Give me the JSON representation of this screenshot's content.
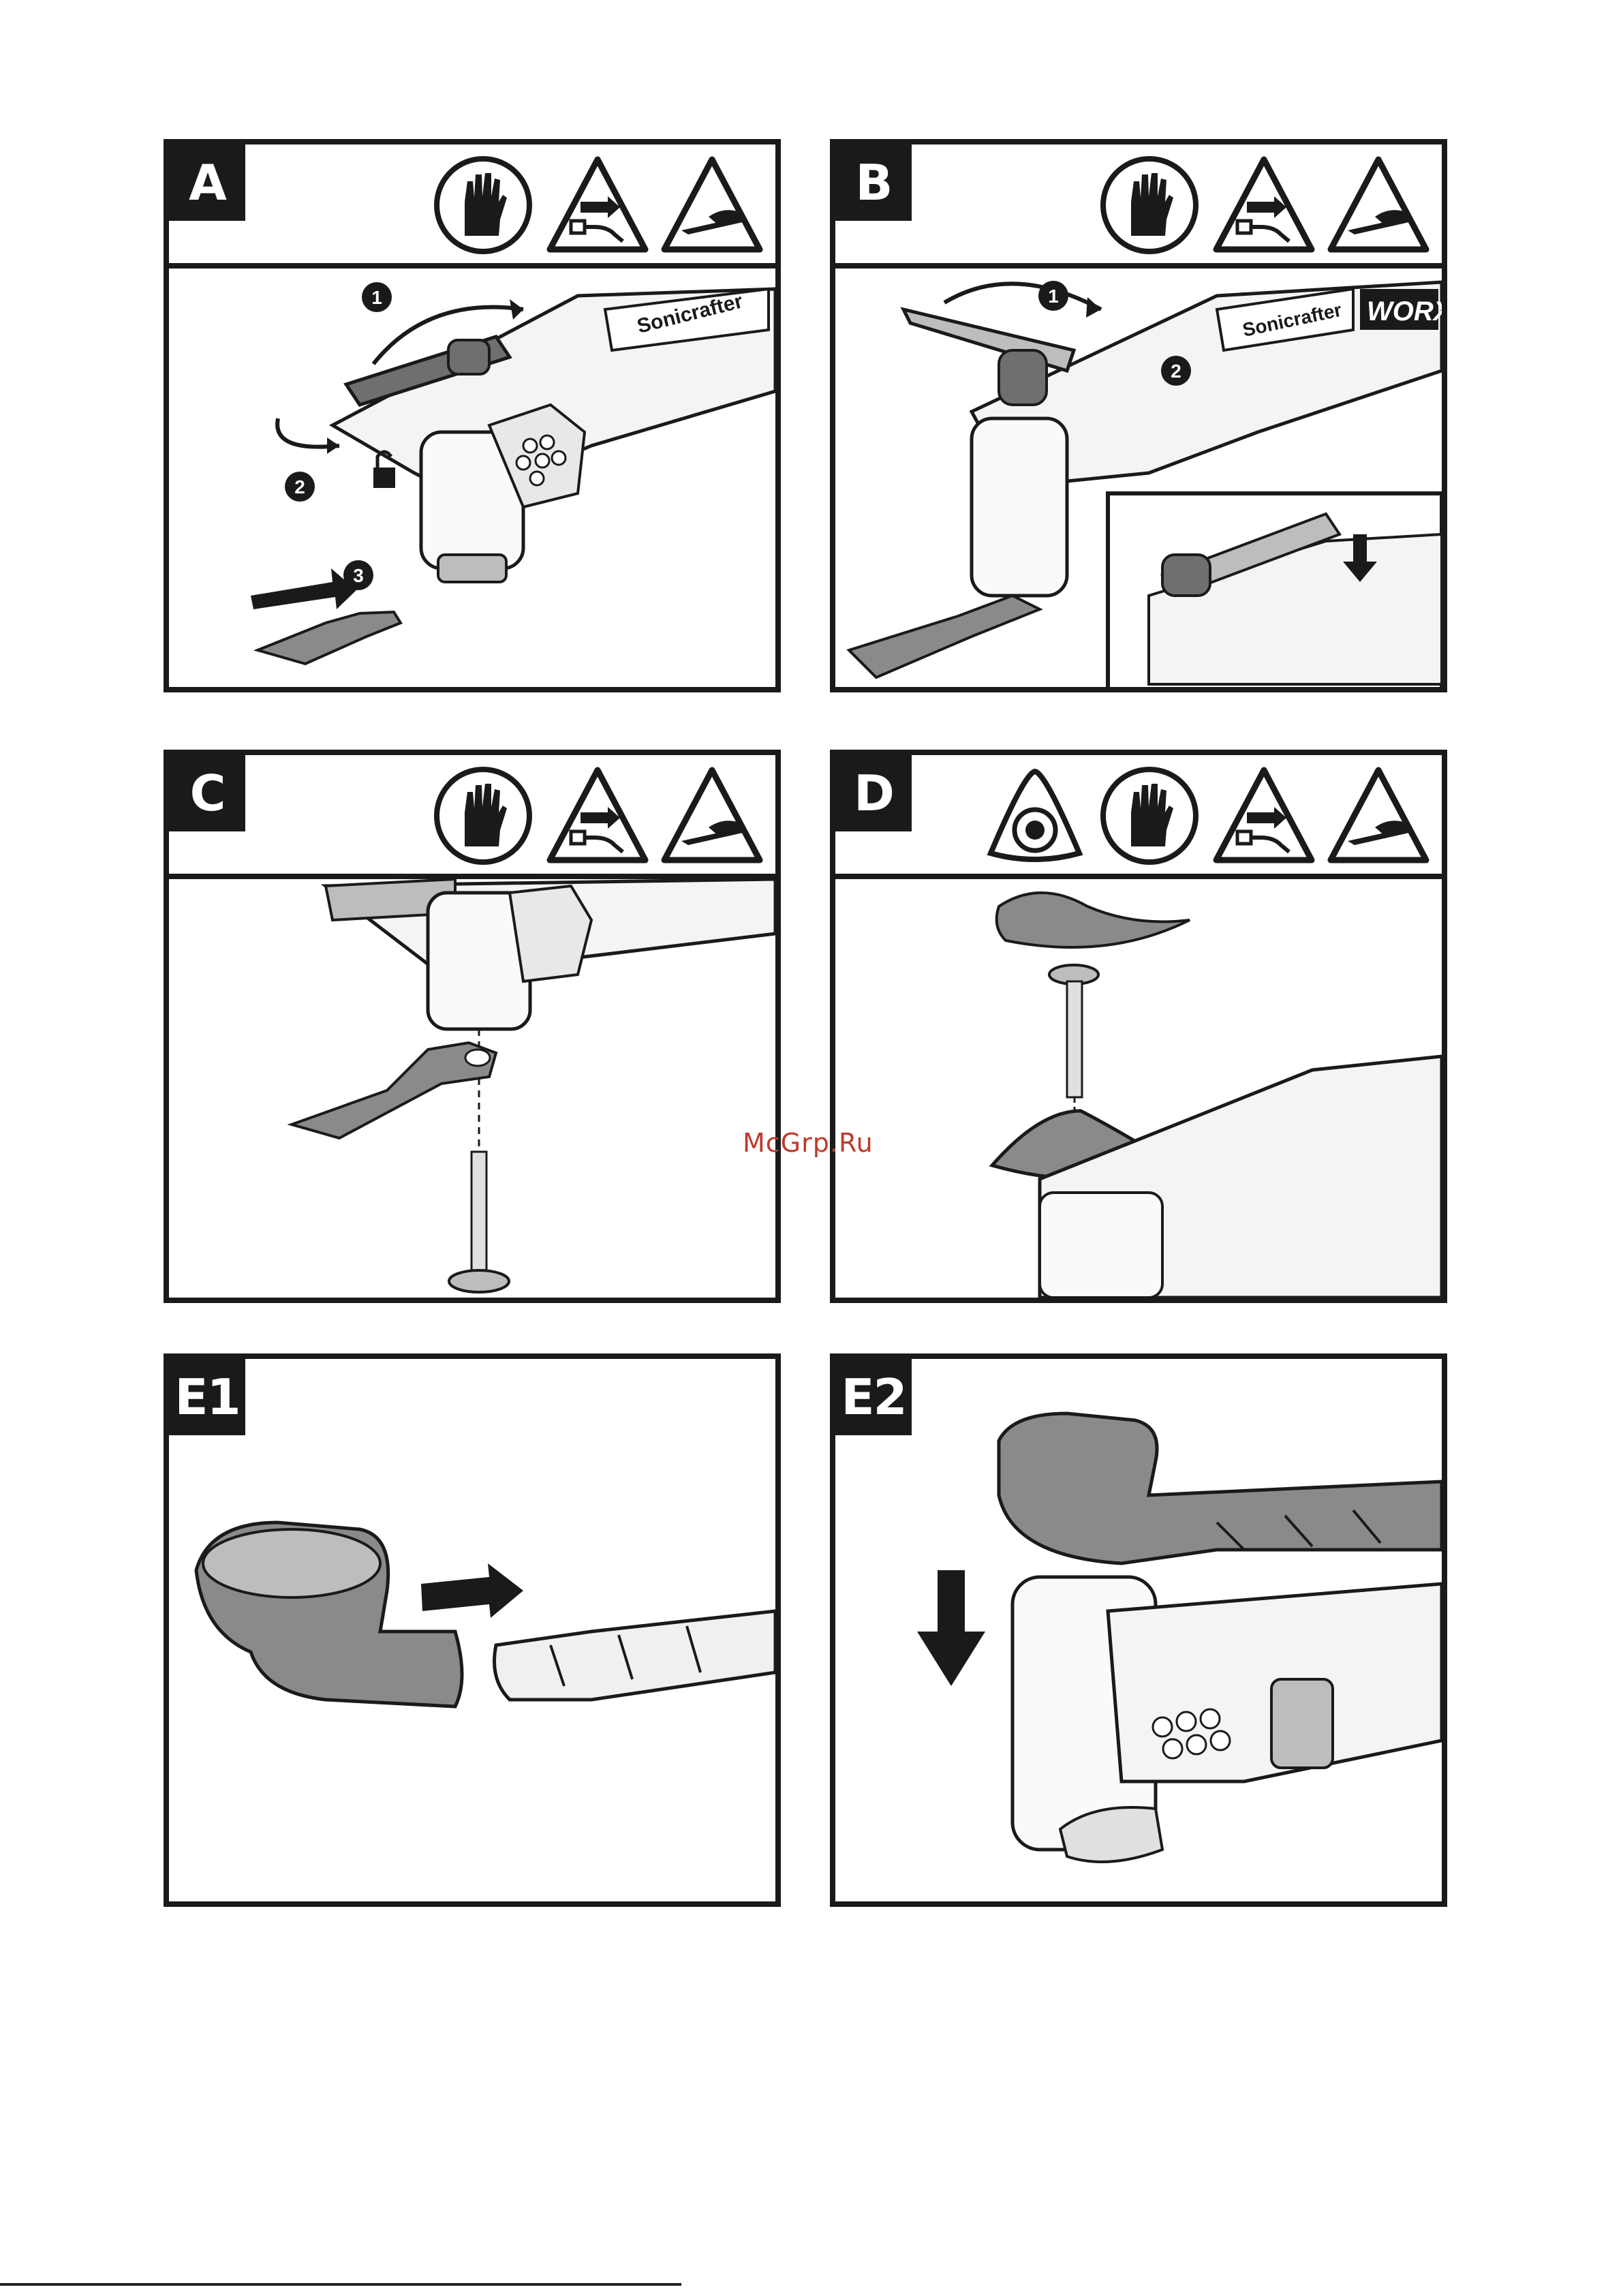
{
  "panels": [
    {
      "id": "A",
      "label": "A",
      "icons": [
        "gloves-icon",
        "unplug-icon",
        "sharp-edge-icon"
      ],
      "steps": [
        "1",
        "2",
        "3"
      ]
    },
    {
      "id": "B",
      "label": "B",
      "icons": [
        "gloves-icon",
        "unplug-icon",
        "sharp-edge-icon"
      ],
      "steps": [
        "1",
        "2"
      ]
    },
    {
      "id": "C",
      "label": "C",
      "icons": [
        "gloves-icon",
        "unplug-icon",
        "sharp-edge-icon"
      ]
    },
    {
      "id": "D",
      "label": "D",
      "icons": [
        "sanding-pad-icon",
        "gloves-icon",
        "unplug-icon",
        "sharp-edge-icon"
      ]
    },
    {
      "id": "E1",
      "label": "E1"
    },
    {
      "id": "E2",
      "label": "E2"
    }
  ],
  "brand_labels": {
    "tool_text": "Sonicrafter",
    "brand": "WORX"
  },
  "watermark": "McGrp.Ru",
  "colors": {
    "ink": "#1a1a1a",
    "tool_gray": "#6f6f6f",
    "light_gray": "#bdbdbd",
    "watermark": "#c0392b"
  }
}
